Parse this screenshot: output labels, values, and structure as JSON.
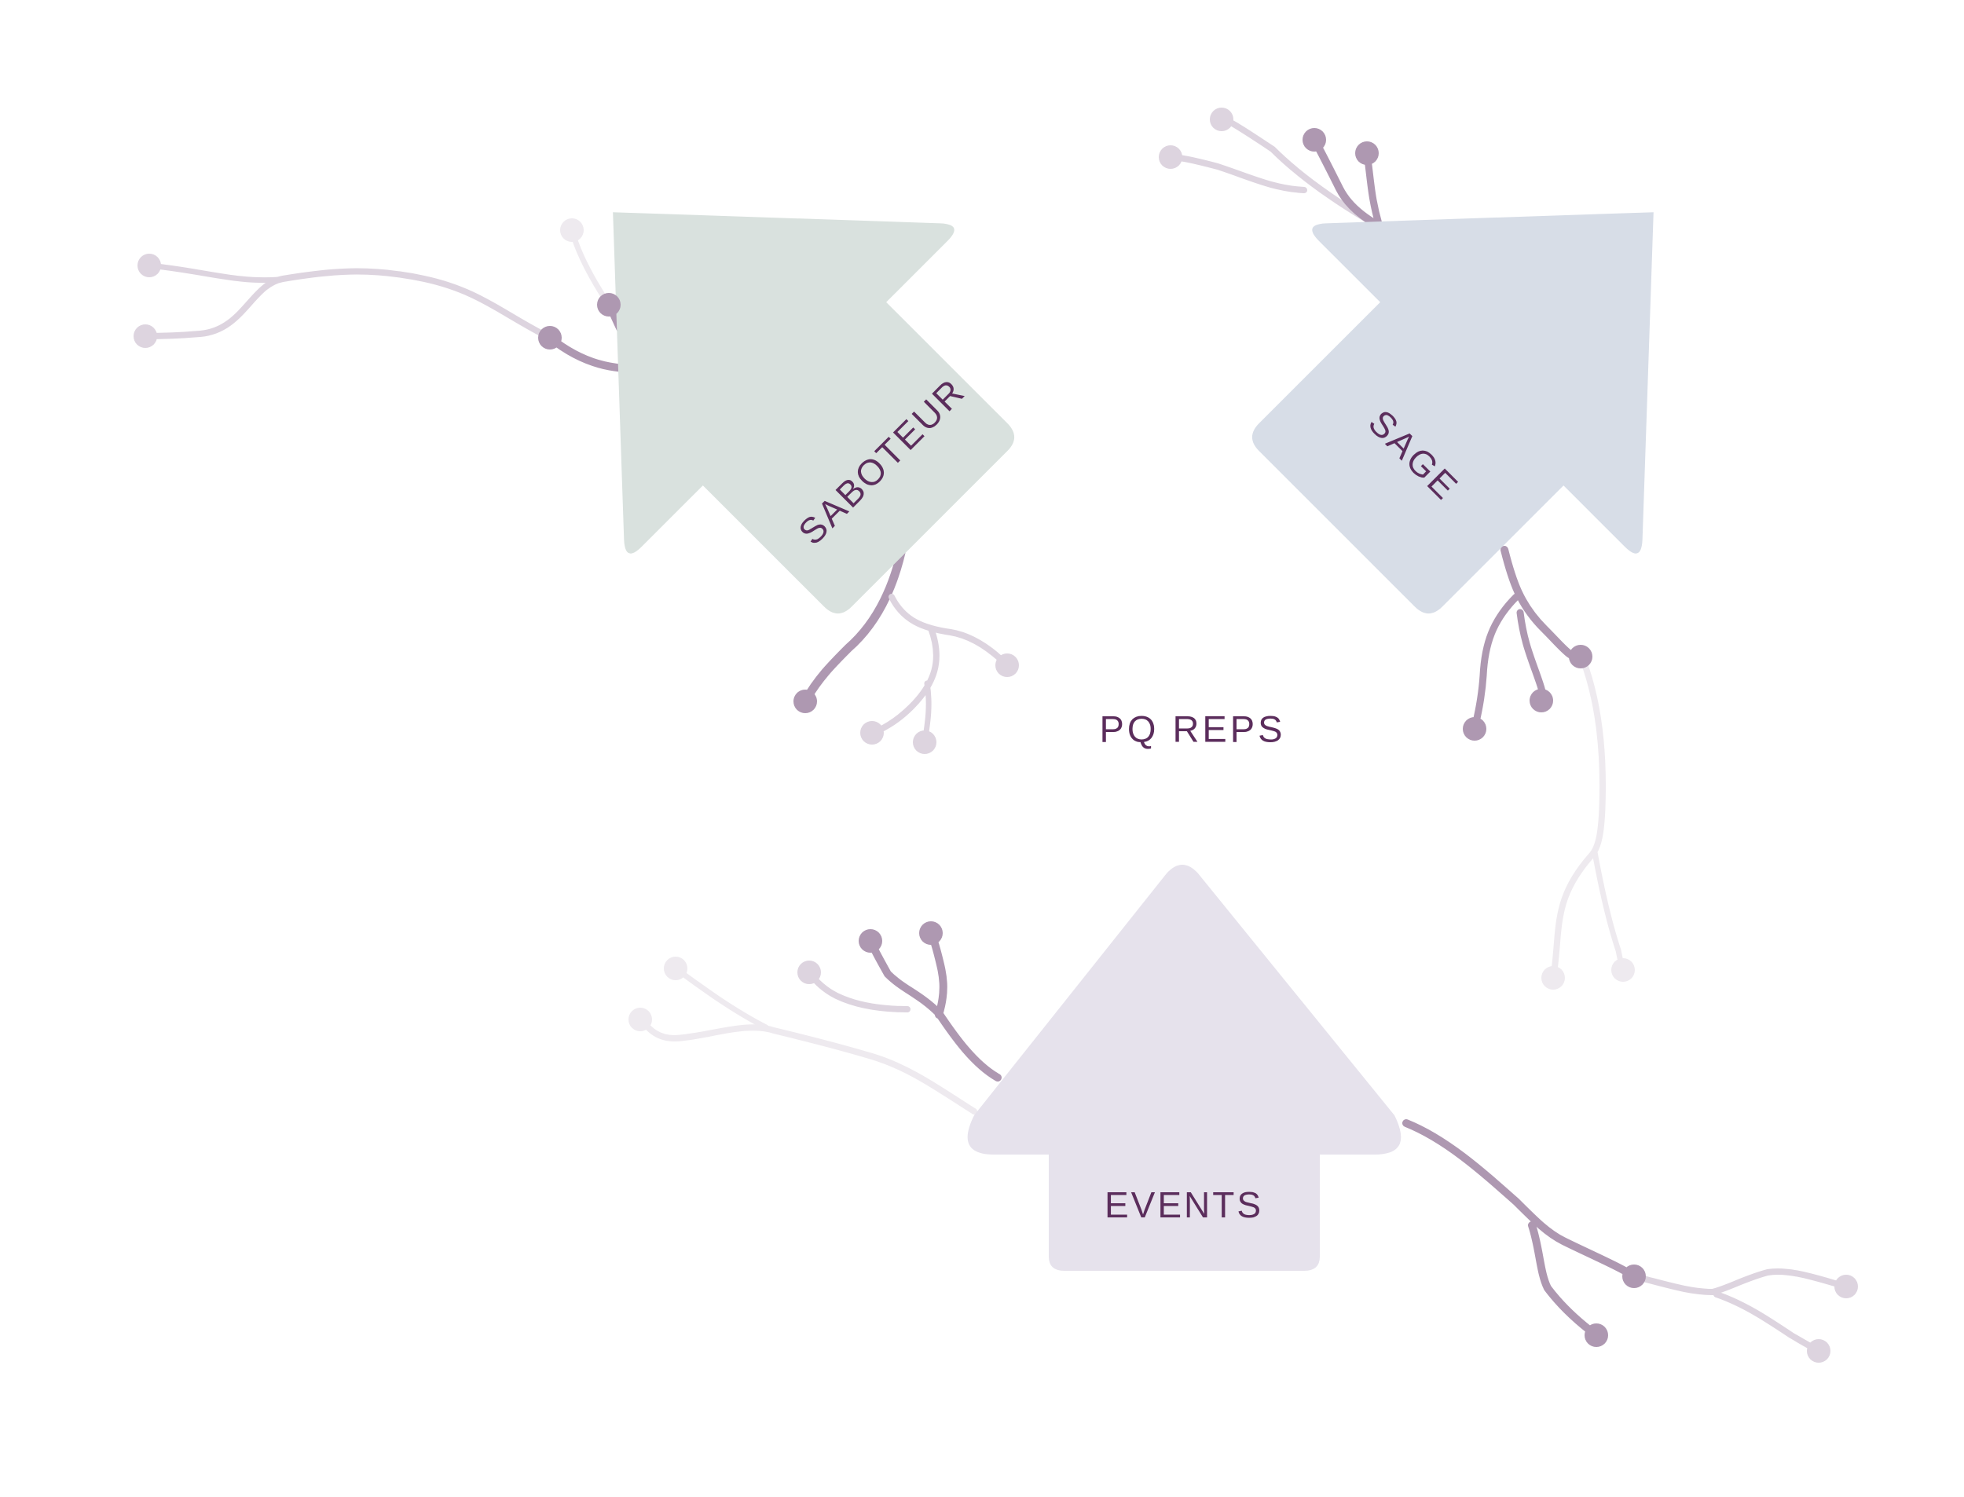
{
  "center_label": "PQ REPS",
  "arrows": {
    "saboteur": {
      "label": "SABOTEUR",
      "fill": "#D9E1DE"
    },
    "sage": {
      "label": "SAGE",
      "fill": "#D7DDE7"
    },
    "events": {
      "label": "EVENTS",
      "fill": "#E6E2EC"
    }
  },
  "colors": {
    "text": "#5B2D5C",
    "branch_dark": "#AE98B1",
    "branch_light": "#DDD4DF",
    "branch_faint": "#EEEAEF"
  }
}
